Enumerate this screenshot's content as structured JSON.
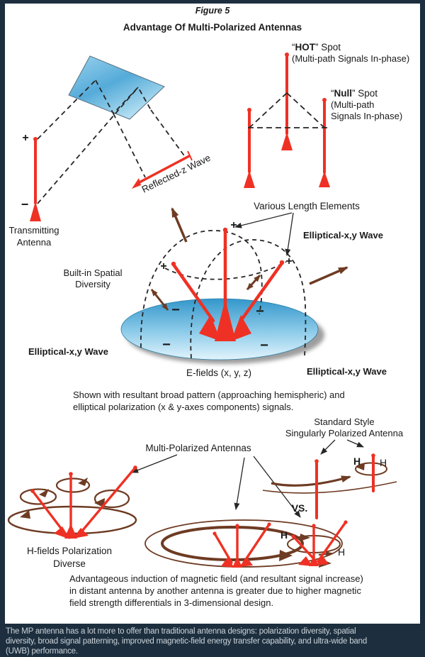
{
  "header": {
    "figure_label": "Figure 5",
    "title": "Advantage Of Multi-Polarized Antennas"
  },
  "signs": {
    "plus": "+",
    "minus": "−"
  },
  "colors": {
    "frame_navy": "#1d2f3f",
    "antenna_red": "#ee3124",
    "field_brown": "#6e3b23",
    "panel_blue": "#4fa8d8"
  },
  "reflection": {
    "transmitting_1": "Transmitting",
    "transmitting_2": "Antenna",
    "reflected_wave": "Reflected-z Wave"
  },
  "hotspot": {
    "hot_q": "“",
    "hot_word": "HOT",
    "hot_rest": "” Spot",
    "hot_sub": "(Multi-path Signals In-phase)",
    "null_q": "“",
    "null_word": "Null",
    "null_rest": "” Spot",
    "null_sub1": "(Multi-path",
    "null_sub2": "Signals In-phase)"
  },
  "mid": {
    "various": "Various Length Elements",
    "elliptical_right": "Elliptical-x,y Wave",
    "elliptical_left": "Elliptical-x,y Wave",
    "elliptical_bottom": "Elliptical-x,y Wave",
    "built_in_1": "Built-in Spatial",
    "built_in_2": "Diversity",
    "efields": "E-fields (x, y, z)",
    "caption_1": "Shown with resultant broad pattern (approaching hemispheric) and",
    "caption_2": "elliptical polarization (x & y-axes components) signals."
  },
  "bottom": {
    "multi_label": "Multi-Polarized Antennas",
    "standard_1": "Standard Style",
    "standard_2": "Singularly Polarized Antenna",
    "vs": "VS.",
    "h_bold": "H",
    "h_reg": "H",
    "hfields_1": "H-fields Polarization",
    "hfields_2": "Diverse",
    "caption_1": "Advantageous induction of magnetic field (and resultant signal increase)",
    "caption_2": "in distant antenna by another antenna is greater due to higher magnetic",
    "caption_3": "field strength differentials in 3-dimensional design."
  },
  "footer": {
    "lines": [
      "The MP antenna has a lot more to offer than traditional antenna designs: polarization diversity, spatial",
      "diversity, broad signal patterning, improved magnetic-field energy transfer capability, and ultra-wide band",
      "(UWB) performance."
    ]
  }
}
